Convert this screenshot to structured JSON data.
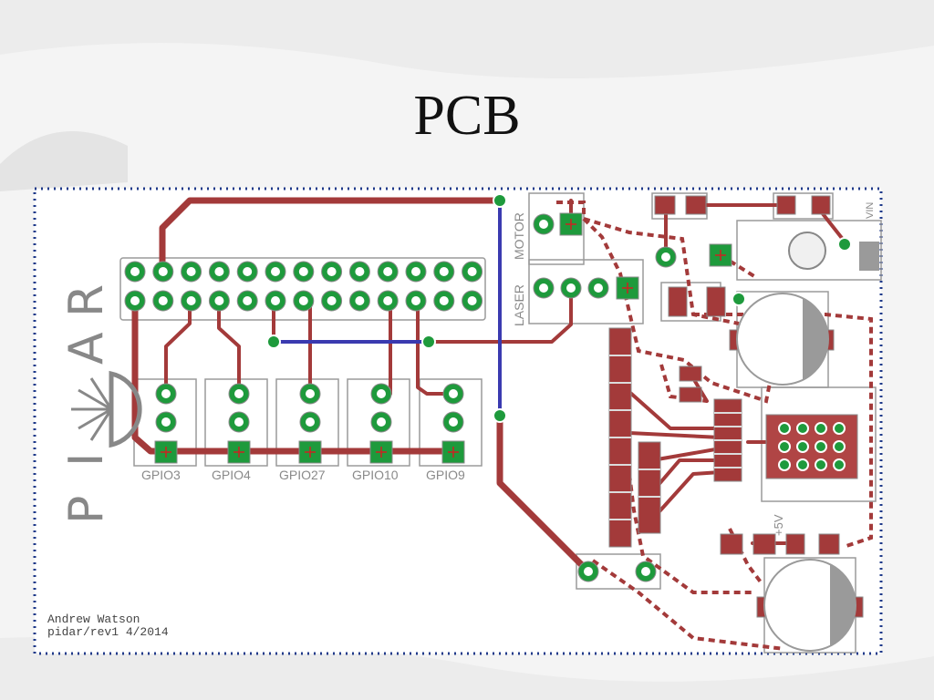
{
  "slide": {
    "title": "PCB"
  },
  "board": {
    "logo": {
      "letters": [
        "P",
        "I",
        "A",
        "R"
      ]
    },
    "header_connectors": [
      {
        "label": "MOTOR"
      },
      {
        "label": "LASER"
      }
    ],
    "gpio_connectors": [
      {
        "label": "GPIO3"
      },
      {
        "label": "GPIO4"
      },
      {
        "label": "GPIO27"
      },
      {
        "label": "GPIO10"
      },
      {
        "label": "GPIO9"
      }
    ],
    "power_labels": {
      "vin": "VIN",
      "five_v": "+5V"
    },
    "credits": {
      "author": "Andrew Watson",
      "revision": "pidar/rev1 4/2014"
    }
  },
  "colors": {
    "trace_red": "#a33a3a",
    "trace_blue": "#3a3ab0",
    "pad_green": "#1e9a3c",
    "outline_grey": "#9a9a9a",
    "board_bg": "#ffffff"
  }
}
